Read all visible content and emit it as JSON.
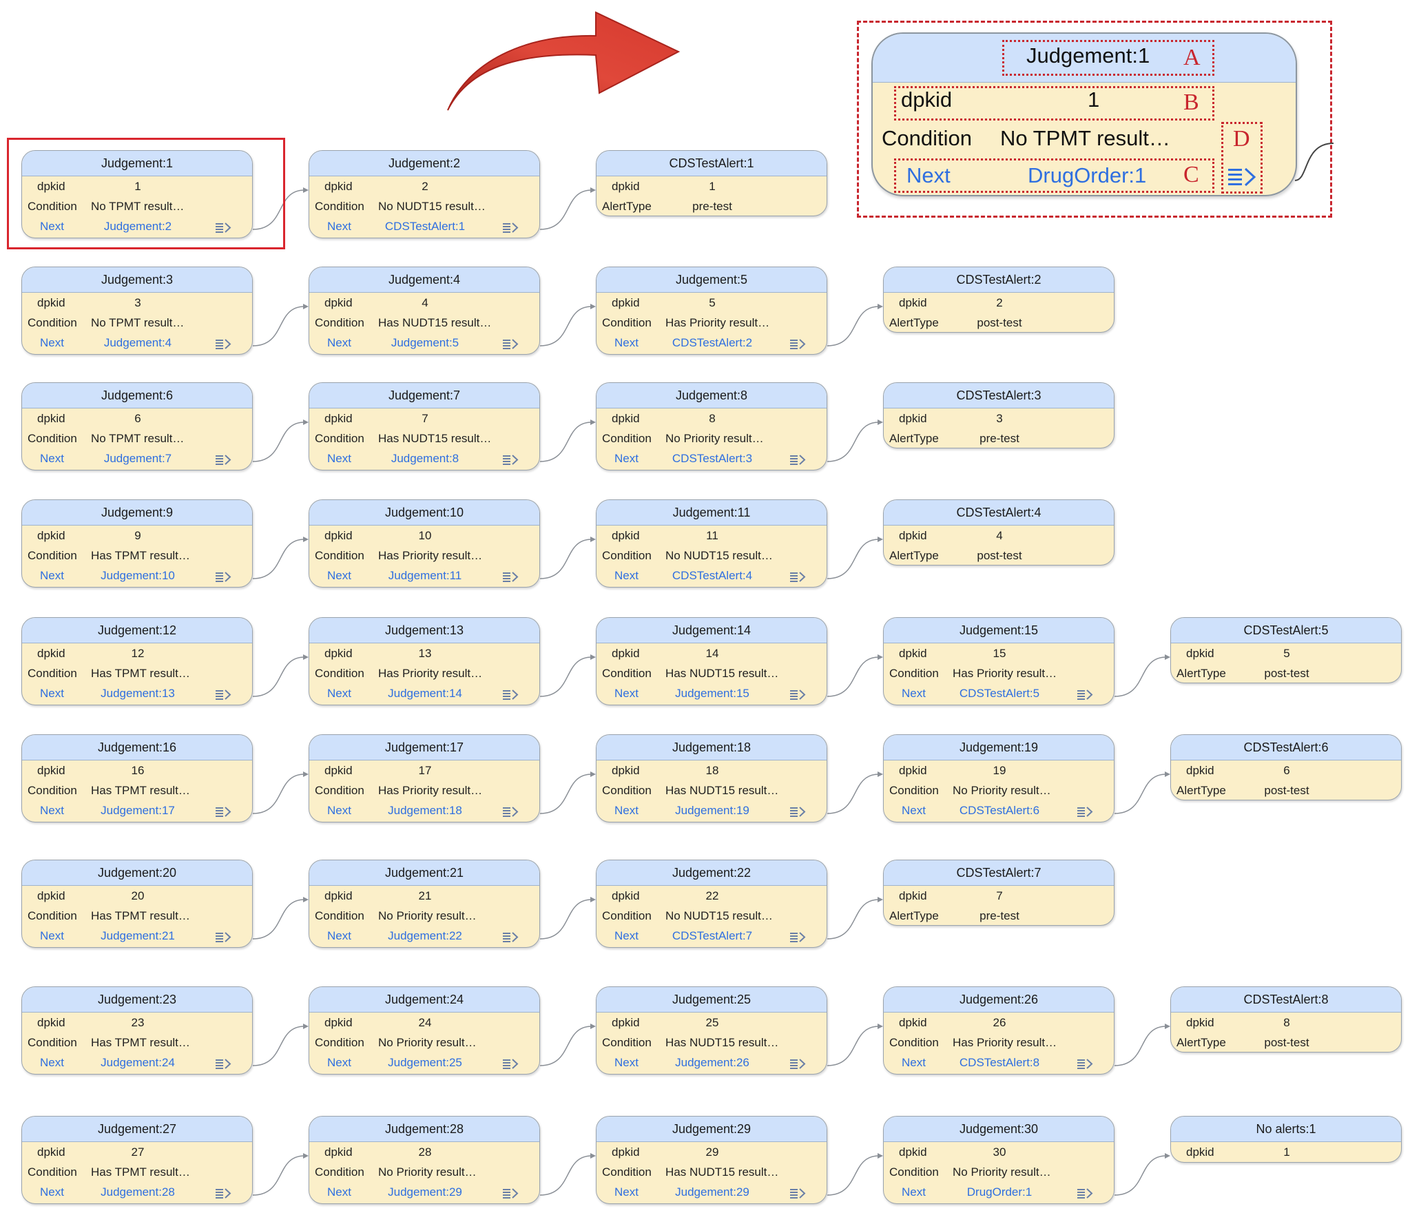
{
  "labels": {
    "dpkid": "dpkid",
    "condition": "Condition",
    "next": "Next",
    "alert_type": "AlertType"
  },
  "rows": [
    [
      {
        "type": "judgement",
        "title": "Judgement:1",
        "dpkid": "1",
        "condition": "No TPMT result…",
        "next": "Judgement:2"
      },
      {
        "type": "judgement",
        "title": "Judgement:2",
        "dpkid": "2",
        "condition": "No NUDT15 result…",
        "next": "CDSTestAlert:1"
      },
      {
        "type": "alert",
        "title": "CDSTestAlert:1",
        "dpkid": "1",
        "alert_type": "pre-test"
      }
    ],
    [
      {
        "type": "judgement",
        "title": "Judgement:3",
        "dpkid": "3",
        "condition": "No TPMT result…",
        "next": "Judgement:4"
      },
      {
        "type": "judgement",
        "title": "Judgement:4",
        "dpkid": "4",
        "condition": "Has NUDT15 result…",
        "next": "Judgement:5"
      },
      {
        "type": "judgement",
        "title": "Judgement:5",
        "dpkid": "5",
        "condition": "Has Priority result…",
        "next": "CDSTestAlert:2"
      },
      {
        "type": "alert",
        "title": "CDSTestAlert:2",
        "dpkid": "2",
        "alert_type": "post-test"
      }
    ],
    [
      {
        "type": "judgement",
        "title": "Judgement:6",
        "dpkid": "6",
        "condition": "No TPMT result…",
        "next": "Judgement:7"
      },
      {
        "type": "judgement",
        "title": "Judgement:7",
        "dpkid": "7",
        "condition": "Has NUDT15 result…",
        "next": "Judgement:8"
      },
      {
        "type": "judgement",
        "title": "Judgement:8",
        "dpkid": "8",
        "condition": "No Priority result…",
        "next": "CDSTestAlert:3"
      },
      {
        "type": "alert",
        "title": "CDSTestAlert:3",
        "dpkid": "3",
        "alert_type": "pre-test"
      }
    ],
    [
      {
        "type": "judgement",
        "title": "Judgement:9",
        "dpkid": "9",
        "condition": "Has TPMT result…",
        "next": "Judgement:10"
      },
      {
        "type": "judgement",
        "title": "Judgement:10",
        "dpkid": "10",
        "condition": "Has Priority result…",
        "next": "Judgement:11"
      },
      {
        "type": "judgement",
        "title": "Judgement:11",
        "dpkid": "11",
        "condition": "No NUDT15 result…",
        "next": "CDSTestAlert:4"
      },
      {
        "type": "alert",
        "title": "CDSTestAlert:4",
        "dpkid": "4",
        "alert_type": "post-test"
      }
    ],
    [
      {
        "type": "judgement",
        "title": "Judgement:12",
        "dpkid": "12",
        "condition": "Has TPMT result…",
        "next": "Judgement:13"
      },
      {
        "type": "judgement",
        "title": "Judgement:13",
        "dpkid": "13",
        "condition": "Has Priority result…",
        "next": "Judgement:14"
      },
      {
        "type": "judgement",
        "title": "Judgement:14",
        "dpkid": "14",
        "condition": "Has NUDT15 result…",
        "next": "Judgement:15"
      },
      {
        "type": "judgement",
        "title": "Judgement:15",
        "dpkid": "15",
        "condition": "Has Priority result…",
        "next": "CDSTestAlert:5"
      },
      {
        "type": "alert",
        "title": "CDSTestAlert:5",
        "dpkid": "5",
        "alert_type": "post-test"
      }
    ],
    [
      {
        "type": "judgement",
        "title": "Judgement:16",
        "dpkid": "16",
        "condition": "Has TPMT result…",
        "next": "Judgement:17"
      },
      {
        "type": "judgement",
        "title": "Judgement:17",
        "dpkid": "17",
        "condition": "Has Priority result…",
        "next": "Judgement:18"
      },
      {
        "type": "judgement",
        "title": "Judgement:18",
        "dpkid": "18",
        "condition": "Has NUDT15 result…",
        "next": "Judgement:19"
      },
      {
        "type": "judgement",
        "title": "Judgement:19",
        "dpkid": "19",
        "condition": "No Priority result…",
        "next": "CDSTestAlert:6"
      },
      {
        "type": "alert",
        "title": "CDSTestAlert:6",
        "dpkid": "6",
        "alert_type": "post-test"
      }
    ],
    [
      {
        "type": "judgement",
        "title": "Judgement:20",
        "dpkid": "20",
        "condition": "Has TPMT result…",
        "next": "Judgement:21"
      },
      {
        "type": "judgement",
        "title": "Judgement:21",
        "dpkid": "21",
        "condition": "No Priority result…",
        "next": "Judgement:22"
      },
      {
        "type": "judgement",
        "title": "Judgement:22",
        "dpkid": "22",
        "condition": "No NUDT15 result…",
        "next": "CDSTestAlert:7"
      },
      {
        "type": "alert",
        "title": "CDSTestAlert:7",
        "dpkid": "7",
        "alert_type": "pre-test"
      }
    ],
    [
      {
        "type": "judgement",
        "title": "Judgement:23",
        "dpkid": "23",
        "condition": "Has TPMT result…",
        "next": "Judgement:24"
      },
      {
        "type": "judgement",
        "title": "Judgement:24",
        "dpkid": "24",
        "condition": "No Priority result…",
        "next": "Judgement:25"
      },
      {
        "type": "judgement",
        "title": "Judgement:25",
        "dpkid": "25",
        "condition": "Has NUDT15 result…",
        "next": "Judgement:26"
      },
      {
        "type": "judgement",
        "title": "Judgement:26",
        "dpkid": "26",
        "condition": "Has Priority result…",
        "next": "CDSTestAlert:8"
      },
      {
        "type": "alert",
        "title": "CDSTestAlert:8",
        "dpkid": "8",
        "alert_type": "post-test"
      }
    ],
    [
      {
        "type": "judgement",
        "title": "Judgement:27",
        "dpkid": "27",
        "condition": "Has TPMT result…",
        "next": "Judgement:28"
      },
      {
        "type": "judgement",
        "title": "Judgement:28",
        "dpkid": "28",
        "condition": "No Priority result…",
        "next": "Judgement:29"
      },
      {
        "type": "judgement",
        "title": "Judgement:29",
        "dpkid": "29",
        "condition": "Has NUDT15 result…",
        "next": "Judgement:29"
      },
      {
        "type": "judgement",
        "title": "Judgement:30",
        "dpkid": "30",
        "condition": "No Priority result…",
        "next": "DrugOrder:1"
      },
      {
        "type": "terminal",
        "title": "No alerts:1",
        "dpkid": "1"
      }
    ]
  ],
  "zoom": {
    "title": "Judgement:1",
    "dpkid_label": "dpkid",
    "dpkid": "1",
    "condition_label": "Condition",
    "condition": "No TPMT result…",
    "next_label": "Next",
    "next": "DrugOrder:1",
    "letters": {
      "a": "A",
      "b": "B",
      "c": "C",
      "d": "D"
    }
  },
  "colors": {
    "header": "#cfe1fb",
    "body": "#fbefc9",
    "link": "#2f6fe0",
    "highlight": "#d9262e",
    "arrow": "#d63a2f"
  },
  "icons": {
    "expand": "list-expand-icon",
    "arrow": "curved-arrow-icon"
  }
}
